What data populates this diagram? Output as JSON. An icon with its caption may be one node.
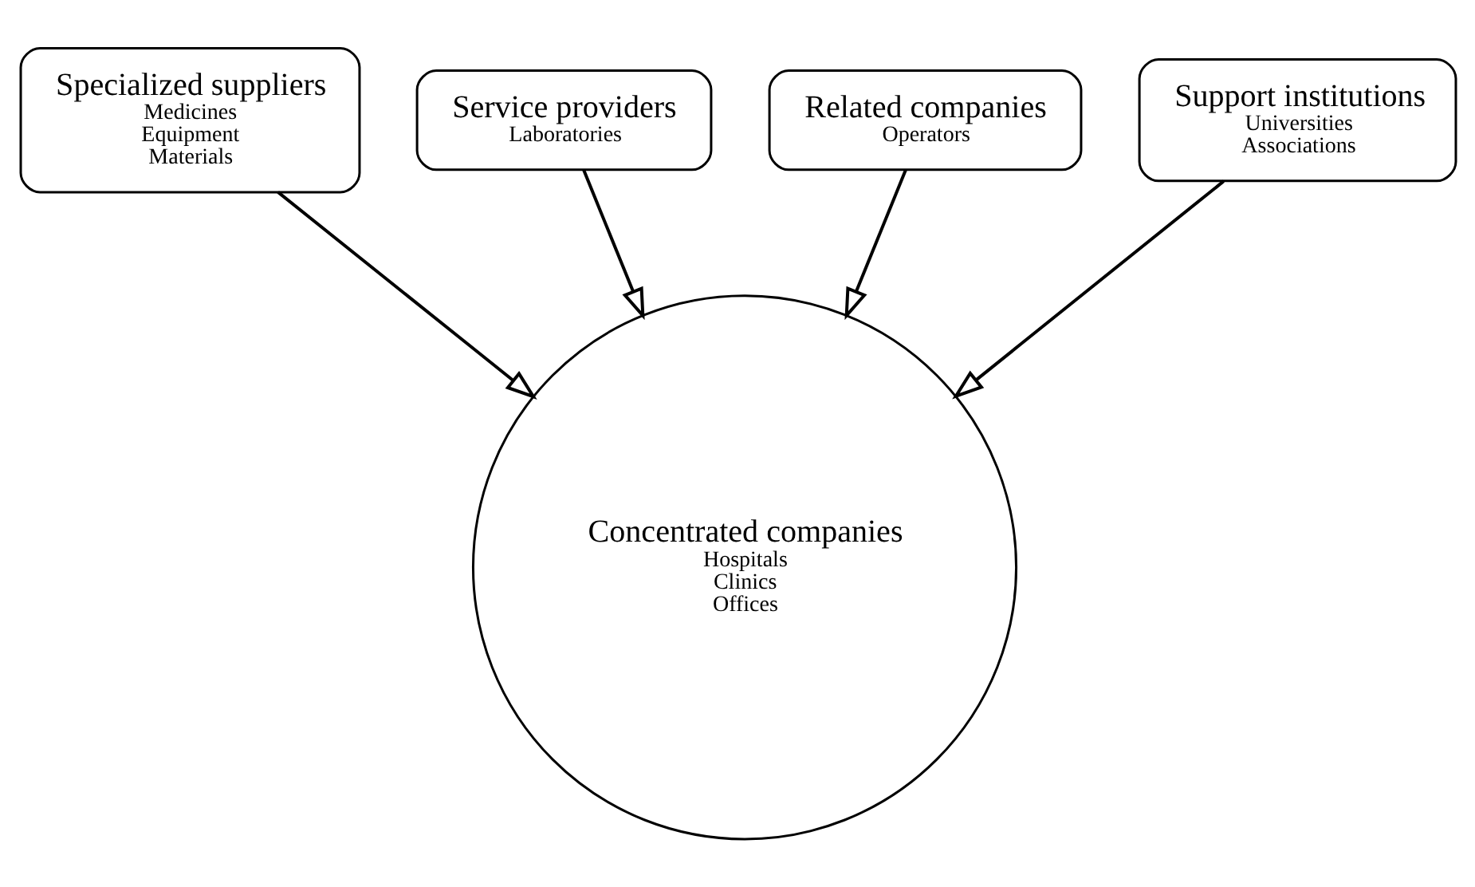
{
  "diagram": {
    "nodes": [
      {
        "text": [
          "Service providers",
          "Laboratories"
        ]
      },
      {
        "text": [
          "Related companies",
          "Operators"
        ]
      },
      {
        "text": [
          "Specialized suppliers",
          "Medicines",
          "Equipment",
          "Materials"
        ]
      },
      {
        "text": [
          "Concentrated companies",
          "Hospitals",
          "Clinics",
          "Offices"
        ]
      },
      {
        "text": [
          "Support institutions",
          "Universities",
          "Associations"
        ]
      }
    ],
    "edges": [
      {
        "from": 0,
        "to": 3,
        "arrow": "to"
      },
      {
        "from": 1,
        "to": 3,
        "arrow": "to"
      },
      {
        "from": 2,
        "to": 3,
        "arrow": "to"
      },
      {
        "from": 4,
        "to": 3,
        "arrow": "to"
      }
    ]
  }
}
